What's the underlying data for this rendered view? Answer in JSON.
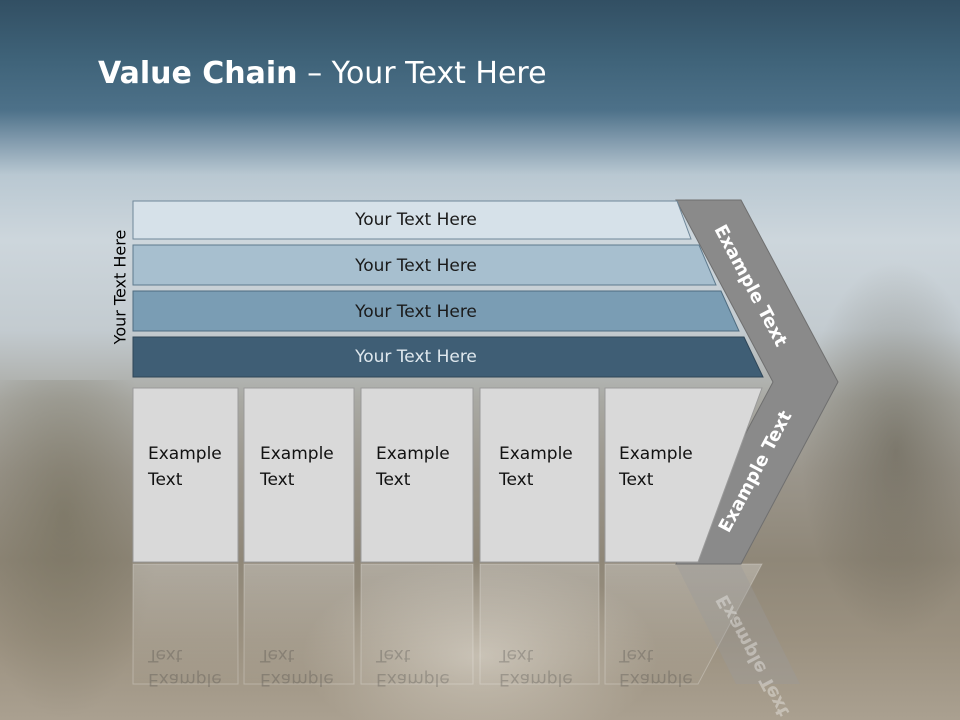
{
  "slide": {
    "title_bold": "Value Chain",
    "title_rest": "– Your Text Here",
    "side_label": "Your Text Here"
  },
  "bars": [
    {
      "label": "Your Text Here",
      "fill": "#d6e1e9",
      "text_color": "#1a1a1a"
    },
    {
      "label": "Your Text Here",
      "fill": "#a7bfcf",
      "text_color": "#1a1a1a"
    },
    {
      "label": "Your Text Here",
      "fill": "#7a9db4",
      "text_color": "#1a1a1a"
    },
    {
      "label": "Your Text Here",
      "fill": "#3f5e75",
      "text_color": "#dfe8ee"
    }
  ],
  "columns": [
    {
      "line1": "Example",
      "line2": "Text"
    },
    {
      "line1": "Example",
      "line2": "Text"
    },
    {
      "line1": "Example",
      "line2": "Text"
    },
    {
      "line1": "Example",
      "line2": "Text"
    },
    {
      "line1": "Example",
      "line2": "Text"
    }
  ],
  "arrow": {
    "upper_label": "Example Text",
    "lower_label": "Example Text",
    "fill": "#8a8a8a"
  },
  "colors": {
    "column_fill": "#d9d9d9",
    "column_border": "#9a9a9a"
  }
}
